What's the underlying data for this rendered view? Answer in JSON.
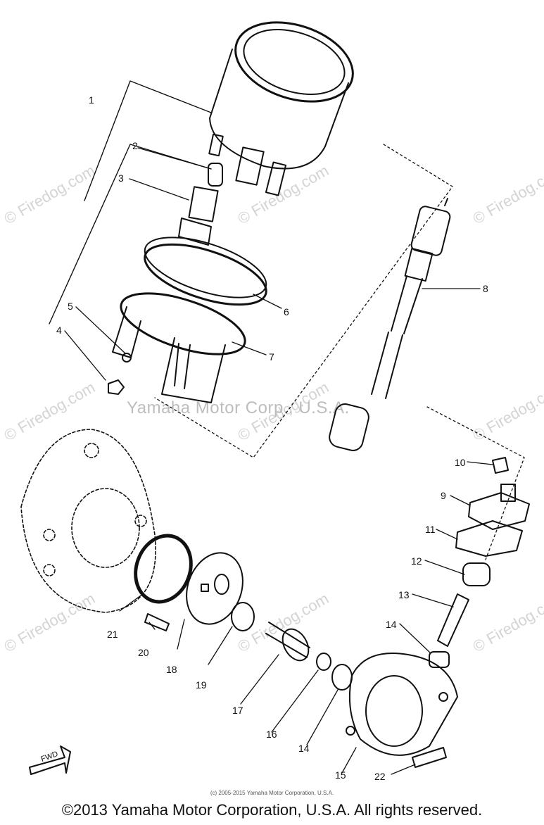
{
  "watermarks": {
    "firedog": "© Firedog.com",
    "center": "Yamaha Motor Corp., U.S.A."
  },
  "callouts": [
    "1",
    "2",
    "3",
    "4",
    "5",
    "6",
    "7",
    "8",
    "9",
    "10",
    "11",
    "12",
    "13",
    "14",
    "15",
    "16",
    "17",
    "18",
    "19",
    "20",
    "21",
    "22"
  ],
  "callout_14b": "14",
  "fwd_label": "FWD",
  "footer": {
    "fine_print": "(c) 2005-2015 Yamaha Motor Corporation, U.S.A.",
    "copyright": "©2013 Yamaha Motor Corporation, U.S.A. All rights reserved."
  }
}
